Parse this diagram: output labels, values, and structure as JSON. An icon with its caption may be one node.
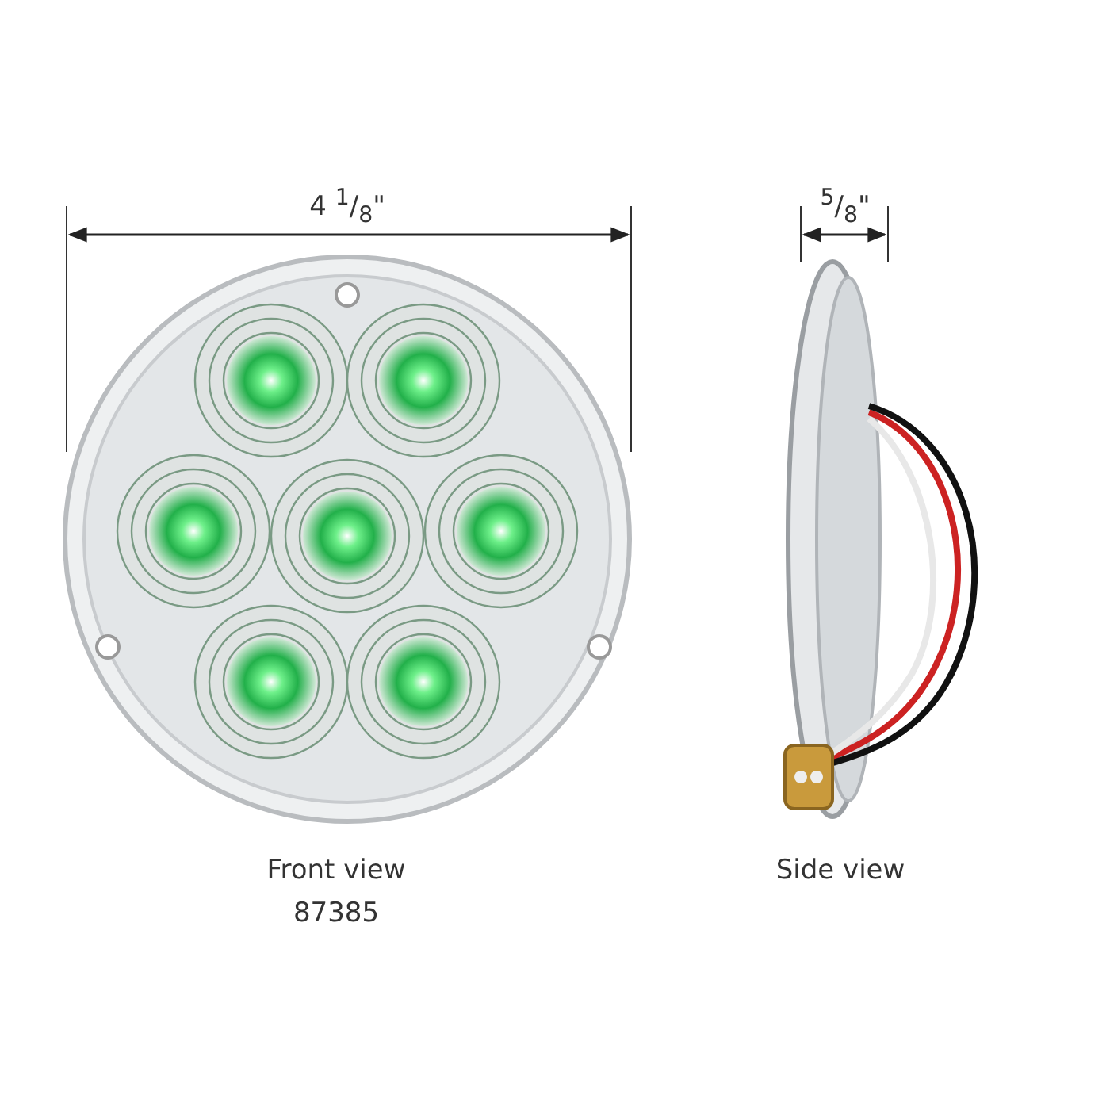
{
  "diagram": {
    "labels": [
      "4 $^{1}$/$_{8}$\"",
      "$^{5}$/$_{8}$\"",
      "Front view",
      "87385",
      "Side view"
    ]
  }
}
